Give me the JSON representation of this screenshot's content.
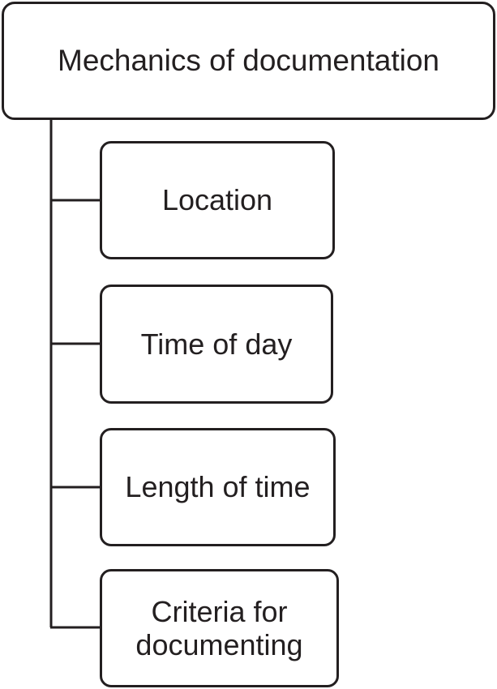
{
  "diagram": {
    "root": {
      "label": "Mechanics of documentation"
    },
    "children": [
      {
        "label": "Location"
      },
      {
        "label": "Time of day"
      },
      {
        "label": "Length of time"
      },
      {
        "label": "Criteria for documenting"
      }
    ]
  },
  "colors": {
    "line": "#231f20",
    "box_fill": "#ffffff",
    "text": "#231f20"
  }
}
